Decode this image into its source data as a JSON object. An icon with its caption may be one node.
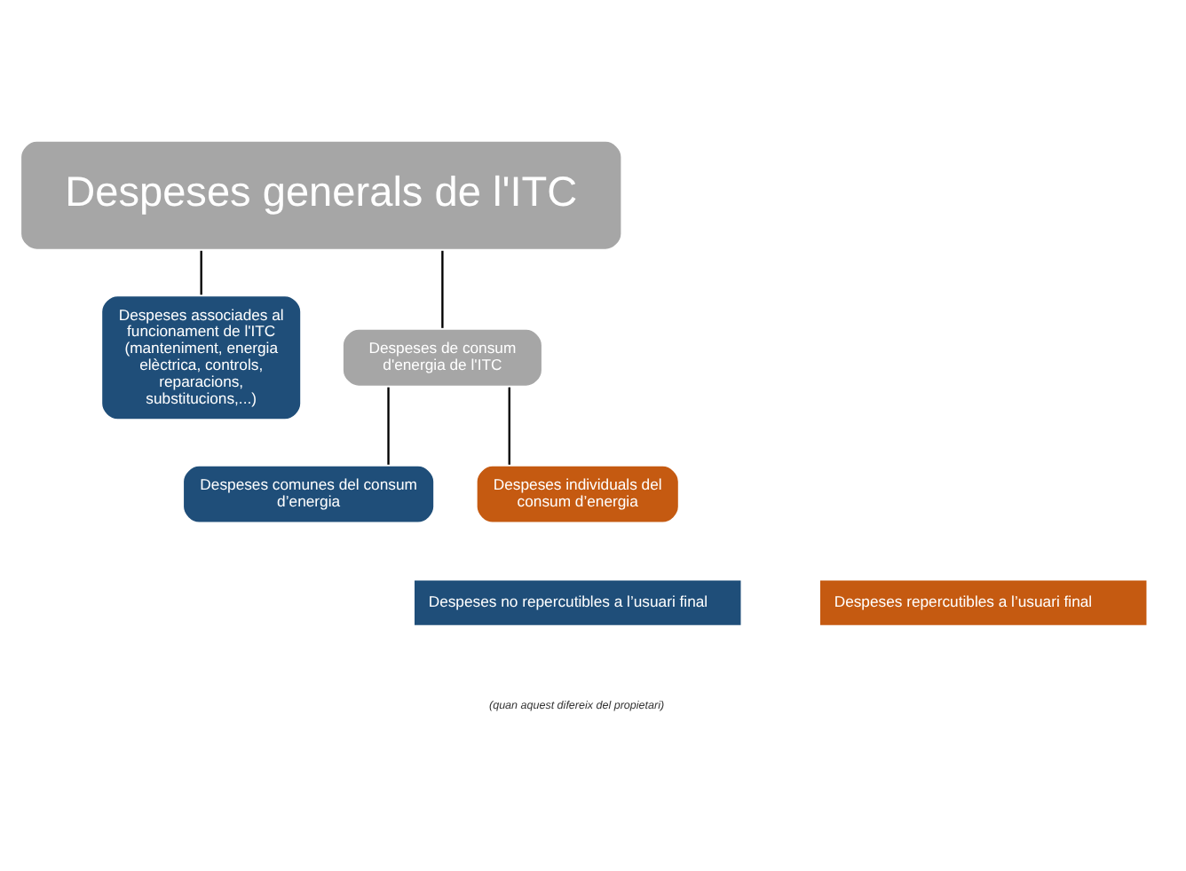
{
  "diagram": {
    "nodes": [
      {
        "text": [
          "Despeses generals de l'ITC"
        ]
      },
      {
        "text": [
          "Despeses associades al funcionament de l'ITC (manteniment, energia elèctrica, controls, reparacions, substitucions,...)"
        ]
      },
      {
        "text": [
          "Despeses de consum d'energia de l'ITC"
        ]
      },
      {
        "text": [
          "Despeses comunes del consum d’energia"
        ]
      },
      {
        "text": [
          "Despeses individuals del consum d’energia"
        ]
      }
    ],
    "edges": [
      {
        "from": 0,
        "to": 1,
        "arrow": "none"
      },
      {
        "from": 0,
        "to": 2,
        "arrow": "none"
      },
      {
        "from": 2,
        "to": 3,
        "arrow": "none"
      },
      {
        "from": 2,
        "to": 4,
        "arrow": "none"
      }
    ],
    "labels": [
      "(quan aquest difereix del propietari)"
    ],
    "legend": [
      {
        "text": "Despeses no repercutibles a l’usuari final",
        "color": "#1f4e79"
      },
      {
        "text": "Despeses repercutibles a l’usuari final",
        "color": "#c55a11"
      }
    ]
  }
}
